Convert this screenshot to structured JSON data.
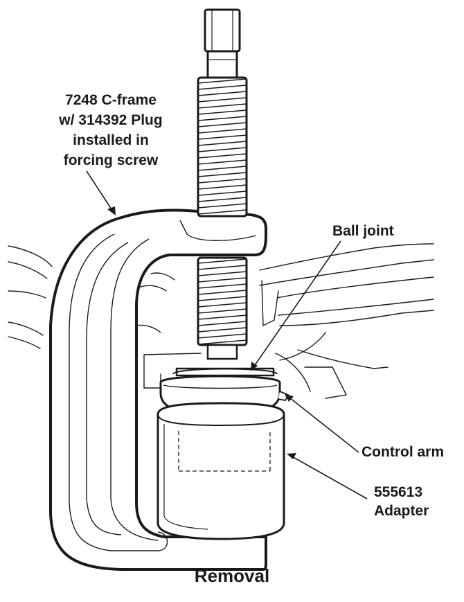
{
  "labels": {
    "c_frame": [
      "7248 C-frame",
      "w/ 314392 Plug",
      "installed in",
      "forcing screw"
    ],
    "ball_joint": "Ball joint",
    "control_arm": "Control arm",
    "adapter": [
      "555613",
      "Adapter"
    ]
  },
  "caption": "Removal",
  "colors": {
    "line": "#1a1a1a",
    "fill": "#ffffff"
  }
}
